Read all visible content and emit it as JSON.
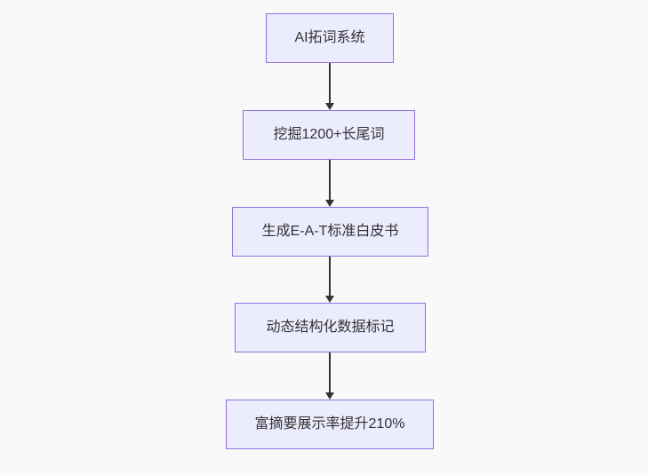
{
  "diagram": {
    "type": "flowchart",
    "direction": "top-down",
    "colors": {
      "bg": "#f9f9f9",
      "node_fill": "#ECECFF",
      "node_border": "#9370DB",
      "text_color": "#333333",
      "arrow_color": "#333333"
    },
    "nodes": [
      {
        "id": "A",
        "label": "AI拓词系统"
      },
      {
        "id": "B",
        "label": "挖掘1200+长尾词"
      },
      {
        "id": "C",
        "label": "生成E-A-T标准白皮书"
      },
      {
        "id": "D",
        "label": "动态结构化数据标记"
      },
      {
        "id": "E",
        "label": "富摘要展示率提升210%"
      }
    ],
    "edges": [
      {
        "from": "A",
        "to": "B"
      },
      {
        "from": "B",
        "to": "C"
      },
      {
        "from": "C",
        "to": "D"
      },
      {
        "from": "D",
        "to": "E"
      }
    ]
  }
}
